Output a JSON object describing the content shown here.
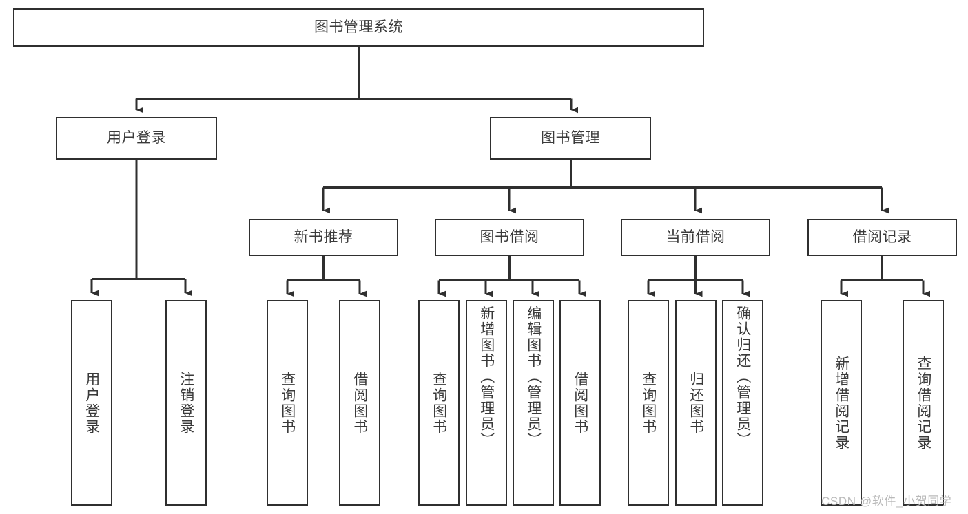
{
  "diagram": {
    "type": "tree-hierarchy",
    "title": "图书管理系统",
    "root": {
      "id": "root",
      "label": "图书管理系统"
    },
    "level2": [
      {
        "id": "user-login",
        "label": "用户登录"
      },
      {
        "id": "book-manage",
        "label": "图书管理"
      }
    ],
    "level3": [
      {
        "id": "new-book-recommend",
        "label": "新书推荐",
        "parent": "book-manage"
      },
      {
        "id": "book-borrow",
        "label": "图书借阅",
        "parent": "book-manage"
      },
      {
        "id": "current-borrow",
        "label": "当前借阅",
        "parent": "book-manage"
      },
      {
        "id": "borrow-record",
        "label": "借阅记录",
        "parent": "book-manage"
      }
    ],
    "leaves": [
      {
        "id": "leaf-user-login",
        "label": "用户登录",
        "parent": "user-login"
      },
      {
        "id": "leaf-user-logout",
        "label": "注销登录",
        "parent": "user-login"
      },
      {
        "id": "leaf-query-book-1",
        "label": "查询图书",
        "parent": "new-book-recommend"
      },
      {
        "id": "leaf-borrow-book-1",
        "label": "借阅图书",
        "parent": "new-book-recommend"
      },
      {
        "id": "leaf-query-book-2",
        "label": "查询图书",
        "parent": "book-borrow"
      },
      {
        "id": "leaf-add-book",
        "label": "新增图书（管理员）",
        "parent": "book-borrow"
      },
      {
        "id": "leaf-edit-book",
        "label": "编辑图书（管理员）",
        "parent": "book-borrow"
      },
      {
        "id": "leaf-borrow-book-2",
        "label": "借阅图书",
        "parent": "book-borrow"
      },
      {
        "id": "leaf-query-book-3",
        "label": "查询图书",
        "parent": "current-borrow"
      },
      {
        "id": "leaf-return-book",
        "label": "归还图书",
        "parent": "current-borrow"
      },
      {
        "id": "leaf-confirm-return",
        "label": "确认归还（管理员）",
        "parent": "current-borrow"
      },
      {
        "id": "leaf-add-record",
        "label": "新增借阅记录",
        "parent": "borrow-record"
      },
      {
        "id": "leaf-query-record",
        "label": "查询借阅记录",
        "parent": "borrow-record"
      }
    ]
  },
  "watermark": {
    "text": "CSDN @软件_小贺同学"
  },
  "colors": {
    "box_border": "#2f2f2f",
    "box_fill": "#ffffff",
    "text": "#3a3a3a",
    "connector": "#2f2f2f",
    "watermark": "#b9b9b9",
    "background": "#ffffff"
  }
}
